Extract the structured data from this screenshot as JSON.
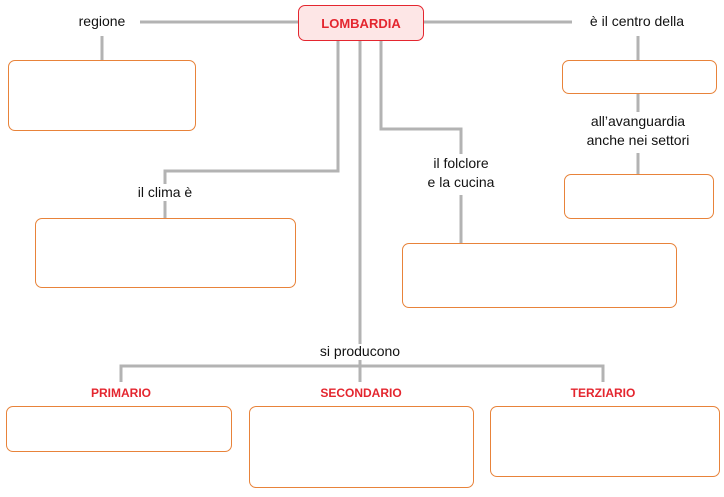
{
  "root": {
    "label": "LOMBARDIA"
  },
  "links": {
    "regione": "regione",
    "centro": "è il centro della",
    "avanguardia_1": "all’avanguardia",
    "avanguardia_2": "anche nei settori",
    "clima": "il clima è",
    "folclore_1": "il folclore",
    "folclore_2": "e la cucina",
    "producono": "si producono"
  },
  "sectors": {
    "primario": "PRIMARIO",
    "secondario": "SECONDARIO",
    "terziario": "TERZIARIO"
  },
  "colors": {
    "accent": "#e4262f",
    "root_fill": "#fde6e6",
    "box_border": "#e8833a",
    "connector": "#b3b3b3"
  }
}
